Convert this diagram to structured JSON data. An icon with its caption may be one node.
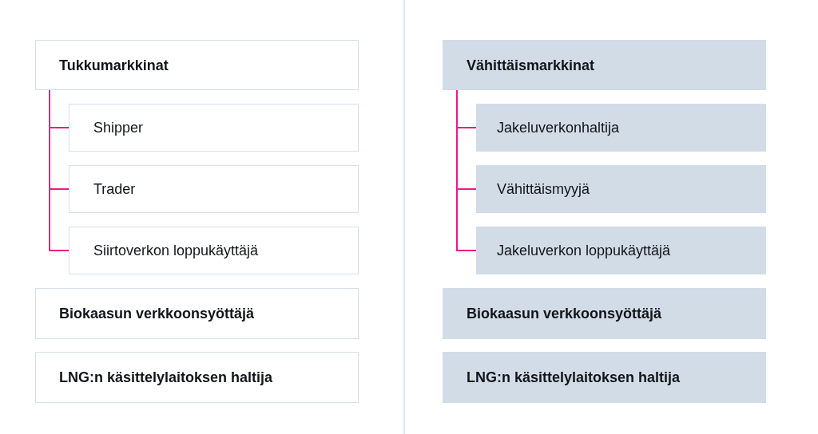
{
  "diagram": {
    "nodes": [
      {
        "text": [
          "Tukkumarkkinat"
        ]
      },
      {
        "text": [
          "Shipper"
        ]
      },
      {
        "text": [
          "Trader"
        ]
      },
      {
        "text": [
          "Siirtoverkon loppukäyttäjä"
        ]
      },
      {
        "text": [
          "Biokaasun verkkoonsyöttäjä"
        ]
      },
      {
        "text": [
          "LNG:n käsittelylaitoksen haltija"
        ]
      },
      {
        "text": [
          "Vähittäismarkkinat"
        ]
      },
      {
        "text": [
          "Jakeluverkonhaltija"
        ]
      },
      {
        "text": [
          "Vähittäismyyjä"
        ]
      },
      {
        "text": [
          "Jakeluverkon loppukäyttäjä"
        ]
      },
      {
        "text": [
          "Biokaasun verkkoonsyöttäjä"
        ]
      },
      {
        "text": [
          "LNG:n käsittelylaitoksen haltija"
        ]
      }
    ],
    "edges": [
      {
        "from": 0,
        "to": 1,
        "arrow": "none"
      },
      {
        "from": 0,
        "to": 2,
        "arrow": "none"
      },
      {
        "from": 0,
        "to": 3,
        "arrow": "none"
      },
      {
        "from": 6,
        "to": 7,
        "arrow": "none"
      },
      {
        "from": 6,
        "to": 8,
        "arrow": "none"
      },
      {
        "from": 6,
        "to": 9,
        "arrow": "none"
      }
    ]
  }
}
